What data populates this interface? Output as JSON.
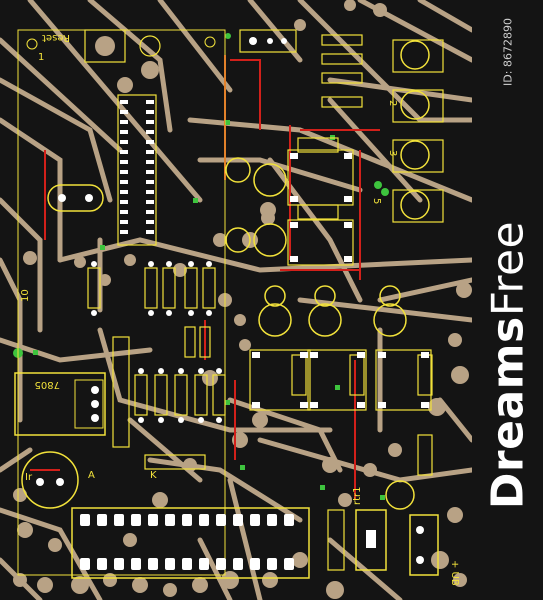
{
  "image": {
    "subject": "printed-circuit-board",
    "colors": {
      "board": "#141414",
      "trace": "#b8a285",
      "pad": "#b8a285",
      "silkscreen": "#f2e23b",
      "via": "#3ec43e",
      "red_trace": "#d2201a",
      "brand_text": "#ffffff"
    }
  },
  "silkscreen": {
    "reset_label": "Reset",
    "label_10": "10",
    "label_1": "1",
    "label_2": "2",
    "label_3": "3",
    "label_5": "5",
    "label_k": "K",
    "label_a": "A",
    "label_7805": "7805",
    "label_ir": "Ir",
    "label_rtr1": "rtr1",
    "label_plus": "+ UB"
  },
  "watermark": {
    "brand_bold": "Dreams",
    "brand_light": "Free",
    "stock_id": "ID: 8672890"
  }
}
